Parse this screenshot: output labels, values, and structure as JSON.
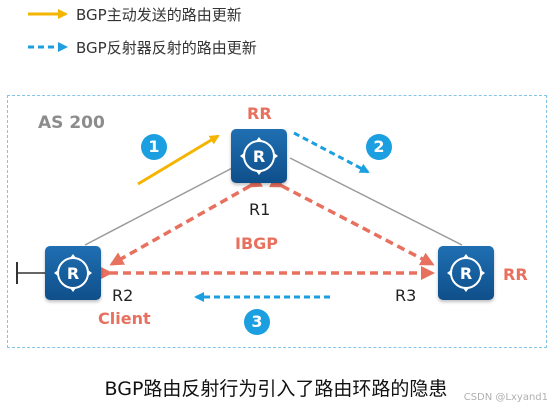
{
  "legend": {
    "active_label": "BGP主动发送的路由更新",
    "reflected_label": "BGP反射器反射的路由更新"
  },
  "as_label": "AS 200",
  "routers": {
    "r1": {
      "name": "R1",
      "role": "RR"
    },
    "r2": {
      "name": "R2",
      "role": "Client"
    },
    "r3": {
      "name": "R3",
      "role": "RR"
    }
  },
  "session_label": "IBGP",
  "steps": [
    "1",
    "2",
    "3"
  ],
  "caption": "BGP路由反射行为引入了路由环路的隐患",
  "watermark": "CSDN @Lxyand1",
  "colors": {
    "active": "#f5b400",
    "reflected": "#1b9fe0",
    "ibgp": "#e8705e",
    "router": "#1565a8",
    "link": "#9a9a9a"
  }
}
